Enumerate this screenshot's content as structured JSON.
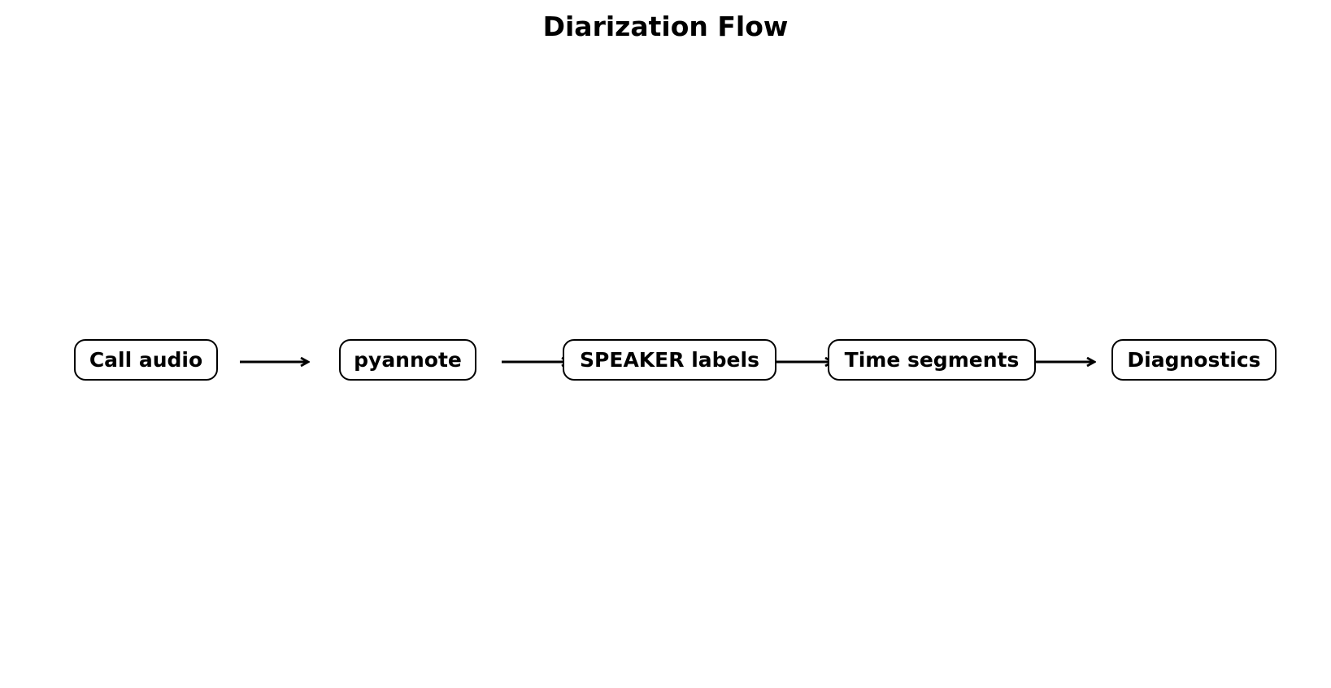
{
  "title": "Diarization Flow",
  "nodes": [
    {
      "label": "Call audio"
    },
    {
      "label": "pyannote"
    },
    {
      "label": "SPEAKER labels"
    },
    {
      "label": "Time segments"
    },
    {
      "label": "Diagnostics"
    }
  ],
  "edges": [
    {
      "from": 0,
      "to": 1
    },
    {
      "from": 1,
      "to": 2
    },
    {
      "from": 2,
      "to": 3
    },
    {
      "from": 3,
      "to": 4
    }
  ],
  "colors": {
    "stroke": "#000000",
    "background": "#ffffff"
  }
}
